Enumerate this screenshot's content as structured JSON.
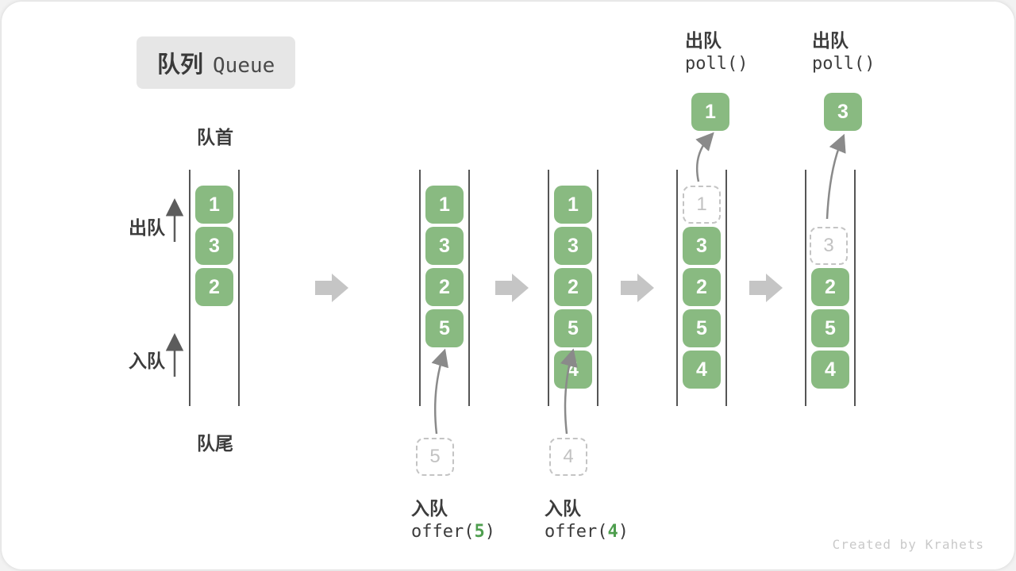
{
  "title": {
    "zh": "队列",
    "en": "Queue"
  },
  "labels": {
    "front": "队首",
    "rear": "队尾",
    "dequeue": "出队",
    "enqueue": "入队"
  },
  "states": [
    {
      "blocks": [
        "1",
        "3",
        "2"
      ]
    },
    {
      "blocks": [
        "1",
        "3",
        "2",
        "5"
      ],
      "pending": "5"
    },
    {
      "blocks": [
        "1",
        "3",
        "2",
        "5",
        "4"
      ],
      "pending": "4"
    },
    {
      "removed": "1",
      "blocks": [
        "3",
        "2",
        "5",
        "4"
      ],
      "out": "1"
    },
    {
      "removed": "3",
      "blocks": [
        "2",
        "5",
        "4"
      ],
      "out": "3"
    }
  ],
  "operations": {
    "enqueue5": {
      "label": "入队",
      "code_prefix": "offer(",
      "arg": "5",
      "code_suffix": ")"
    },
    "enqueue4": {
      "label": "入队",
      "code_prefix": "offer(",
      "arg": "4",
      "code_suffix": ")"
    },
    "dequeue1": {
      "label": "出队",
      "code": "poll()"
    },
    "dequeue2": {
      "label": "出队",
      "code": "poll()"
    }
  },
  "watermark": "Created by Krahets",
  "colors": {
    "block_green": "#89ba81",
    "arg_green": "#4e9e4e",
    "wall_gray": "#555555",
    "transition_arrow_gray": "#c5c5c5",
    "dashed_gray": "#c4c4c4",
    "title_bg": "#e6e6e6"
  }
}
